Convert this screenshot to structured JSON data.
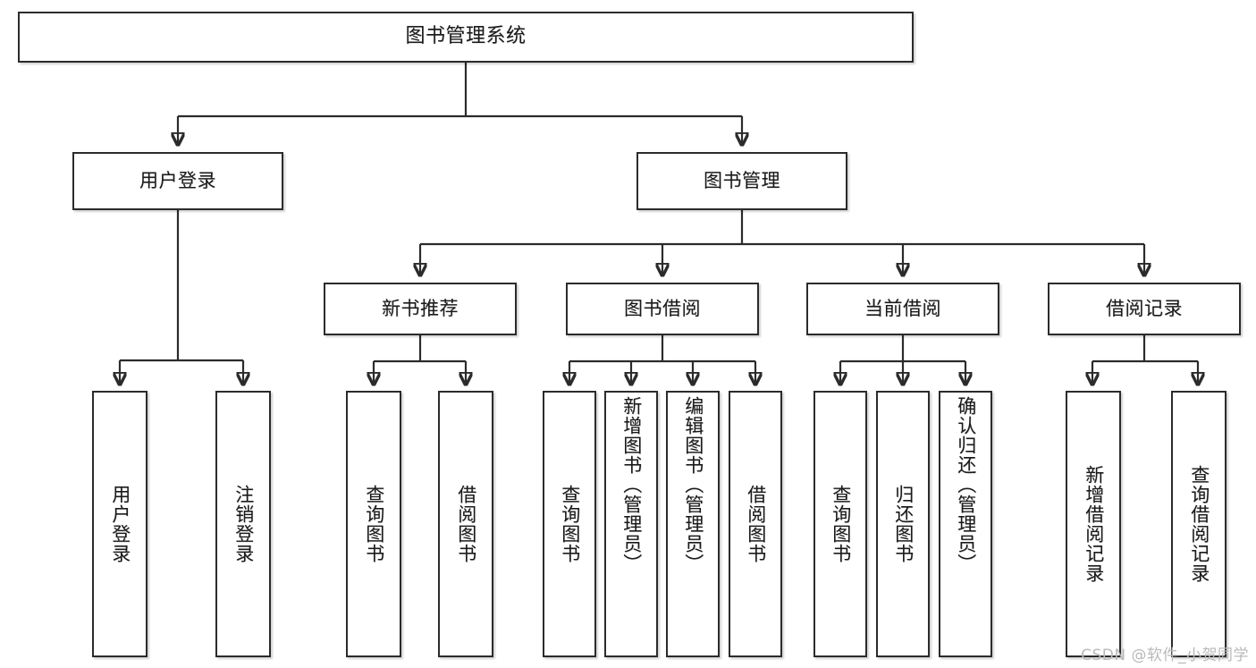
{
  "diagram": {
    "title": "图书管理系统",
    "watermark": "CSDN @软件_小贺同学",
    "accent_border": "#2b2b2b",
    "background": "#ffffff",
    "nodes": {
      "root": {
        "label": "图书管理系统"
      },
      "level2": [
        {
          "label": "用户登录"
        },
        {
          "label": "图书管理"
        }
      ],
      "level3": [
        {
          "label": "新书推荐"
        },
        {
          "label": "图书借阅"
        },
        {
          "label": "当前借阅"
        },
        {
          "label": "借阅记录"
        }
      ],
      "leaves": {
        "user_login": [
          {
            "label": "用户登录"
          },
          {
            "label": "注销登录"
          }
        ],
        "new_book": [
          {
            "label": "查询图书"
          },
          {
            "label": "借阅图书"
          }
        ],
        "book_borrow": [
          {
            "label": "查询图书"
          },
          {
            "label": "新增图书（管理员）"
          },
          {
            "label": "编辑图书（管理员）"
          },
          {
            "label": "借阅图书"
          }
        ],
        "current_borrow": [
          {
            "label": "查询图书"
          },
          {
            "label": "归还图书"
          },
          {
            "label": "确认归还（管理员）"
          }
        ],
        "borrow_record": [
          {
            "label": "新增借阅记录"
          },
          {
            "label": "查询借阅记录"
          }
        ]
      }
    }
  }
}
